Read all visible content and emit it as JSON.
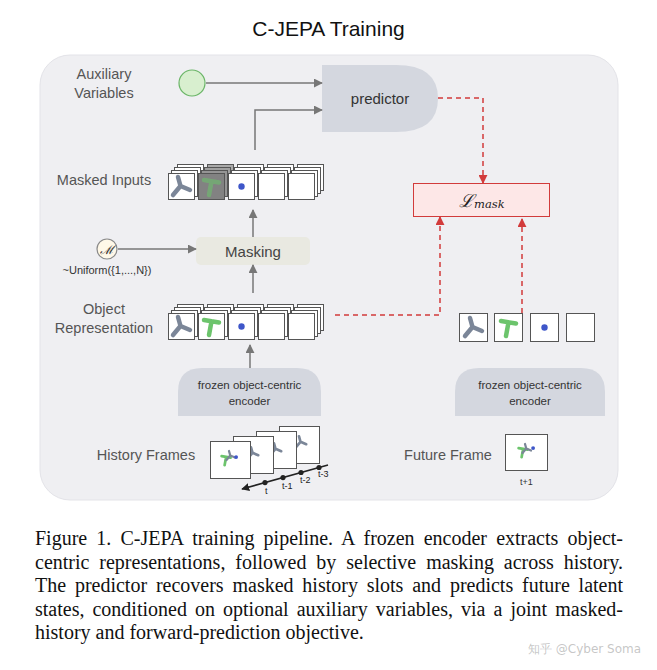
{
  "diagram": {
    "title": "C-JEPA Training",
    "caption": "Figure 1. C-JEPA training pipeline. A frozen encoder extracts object-centric representations, followed by selective masking across history. The predictor recovers masked history slots and predicts future latent states, conditioned on optional auxiliary variables, via a joint masked-history and forward-prediction objective.",
    "nodes": [
      {
        "text": [
          "Auxiliary Variables"
        ]
      },
      {
        "text": [
          "predictor"
        ]
      },
      {
        "text": [
          "Masked Inputs"
        ]
      },
      {
        "text": [
          "ℳ",
          "~Uniform({1,...,N})"
        ]
      },
      {
        "text": [
          "Masking"
        ]
      },
      {
        "text": [
          "Object Representation"
        ]
      },
      {
        "text": [
          "frozen object-centric encoder"
        ]
      },
      {
        "text": [
          "History Frames"
        ]
      },
      {
        "text": [
          "ℒ",
          "mask"
        ]
      },
      {
        "text": [
          "frozen object-centric encoder"
        ]
      },
      {
        "text": [
          "Future Frame",
          "t+1"
        ]
      }
    ],
    "edges": [
      {
        "from": 0,
        "to": 1,
        "arrow": "to"
      },
      {
        "from": 2,
        "to": 1,
        "arrow": "to"
      },
      {
        "from": 3,
        "to": 4,
        "arrow": "to"
      },
      {
        "from": 4,
        "to": 2,
        "arrow": "to"
      },
      {
        "from": 5,
        "to": 4,
        "arrow": "to"
      },
      {
        "from": 6,
        "to": 5,
        "arrow": "to"
      },
      {
        "from": 1,
        "to": 8,
        "arrow": "to"
      },
      {
        "from": 5,
        "to": 8,
        "arrow": "to"
      }
    ],
    "labels": [
      "t",
      "t-1",
      "t-2",
      "t-3",
      "知乎 @Cyber Soma"
    ]
  }
}
